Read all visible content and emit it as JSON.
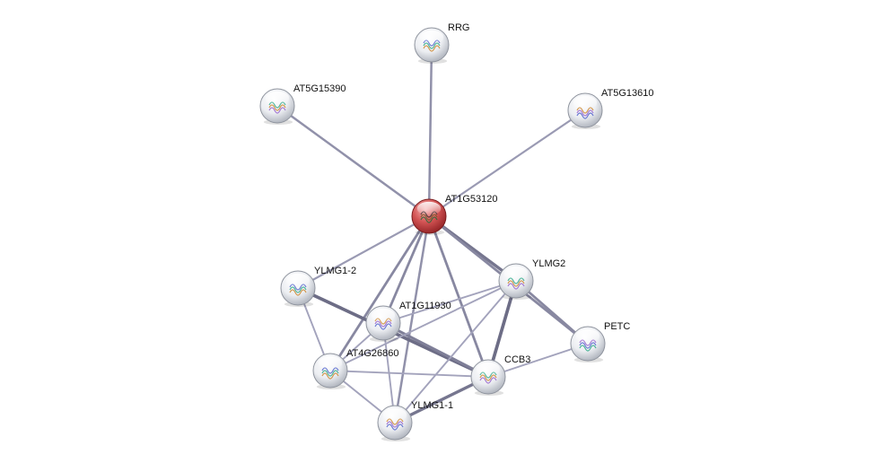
{
  "network": {
    "nodes": [
      {
        "id": "RRG",
        "label": "RRG",
        "query": false,
        "color": "#b8c4d6",
        "icon": "protein-structure-icon"
      },
      {
        "id": "AT5G15390",
        "label": "AT5G15390",
        "query": false,
        "color": "#b8c4d6",
        "icon": "protein-structure-icon"
      },
      {
        "id": "AT5G13610",
        "label": "AT5G13610",
        "query": false,
        "color": "#b8c4d6",
        "icon": "protein-structure-icon"
      },
      {
        "id": "AT1G53120",
        "label": "AT1G53120",
        "query": true,
        "color": "#c8383a",
        "icon": "protein-structure-icon"
      },
      {
        "id": "YLMG1-2",
        "label": "YLMG1-2",
        "query": false,
        "color": "#b8c4d6",
        "icon": "protein-structure-icon"
      },
      {
        "id": "YLMG2",
        "label": "YLMG2",
        "query": false,
        "color": "#b8c4d6",
        "icon": "protein-structure-icon"
      },
      {
        "id": "AT1G11930",
        "label": "AT1G11930",
        "query": false,
        "color": "#b8c4d6",
        "icon": "protein-structure-icon"
      },
      {
        "id": "PETC",
        "label": "PETC",
        "query": false,
        "color": "#b8c4d6",
        "icon": "protein-structure-icon"
      },
      {
        "id": "AT4G26860",
        "label": "AT4G26860",
        "query": false,
        "color": "#b8c4d6",
        "icon": "protein-structure-icon"
      },
      {
        "id": "CCB3",
        "label": "CCB3",
        "query": false,
        "color": "#b8c4d6",
        "icon": "protein-structure-icon"
      },
      {
        "id": "YLMG1-1",
        "label": "YLMG1-1",
        "query": false,
        "color": "#b8c4d6",
        "icon": "protein-structure-icon"
      }
    ],
    "edges": [
      {
        "source": "AT1G53120",
        "target": "RRG",
        "strength": 0.5
      },
      {
        "source": "AT1G53120",
        "target": "AT5G15390",
        "strength": 0.5
      },
      {
        "source": "AT1G53120",
        "target": "AT5G13610",
        "strength": 0.4
      },
      {
        "source": "AT1G53120",
        "target": "YLMG1-2",
        "strength": 0.4
      },
      {
        "source": "AT1G53120",
        "target": "AT1G11930",
        "strength": 0.6
      },
      {
        "source": "AT1G53120",
        "target": "AT4G26860",
        "strength": 0.6
      },
      {
        "source": "AT1G53120",
        "target": "YLMG1-1",
        "strength": 0.5
      },
      {
        "source": "AT1G53120",
        "target": "CCB3",
        "strength": 0.6
      },
      {
        "source": "AT1G53120",
        "target": "YLMG2",
        "strength": 0.8
      },
      {
        "source": "AT1G53120",
        "target": "PETC",
        "strength": 0.6
      },
      {
        "source": "YLMG1-2",
        "target": "CCB3",
        "strength": 0.9
      },
      {
        "source": "YLMG1-2",
        "target": "AT4G26860",
        "strength": 0.3
      },
      {
        "source": "AT1G11930",
        "target": "CCB3",
        "strength": 0.7
      },
      {
        "source": "AT1G11930",
        "target": "YLMG2",
        "strength": 0.3
      },
      {
        "source": "AT1G11930",
        "target": "AT4G26860",
        "strength": 0.3
      },
      {
        "source": "AT1G11930",
        "target": "YLMG1-1",
        "strength": 0.3
      },
      {
        "source": "YLMG2",
        "target": "CCB3",
        "strength": 0.9
      },
      {
        "source": "YLMG2",
        "target": "PETC",
        "strength": 0.6
      },
      {
        "source": "YLMG2",
        "target": "AT4G26860",
        "strength": 0.3
      },
      {
        "source": "YLMG2",
        "target": "YLMG1-1",
        "strength": 0.3
      },
      {
        "source": "AT4G26860",
        "target": "CCB3",
        "strength": 0.3
      },
      {
        "source": "AT4G26860",
        "target": "YLMG1-1",
        "strength": 0.3
      },
      {
        "source": "CCB3",
        "target": "YLMG1-1",
        "strength": 0.8
      },
      {
        "source": "CCB3",
        "target": "PETC",
        "strength": 0.3
      }
    ]
  }
}
